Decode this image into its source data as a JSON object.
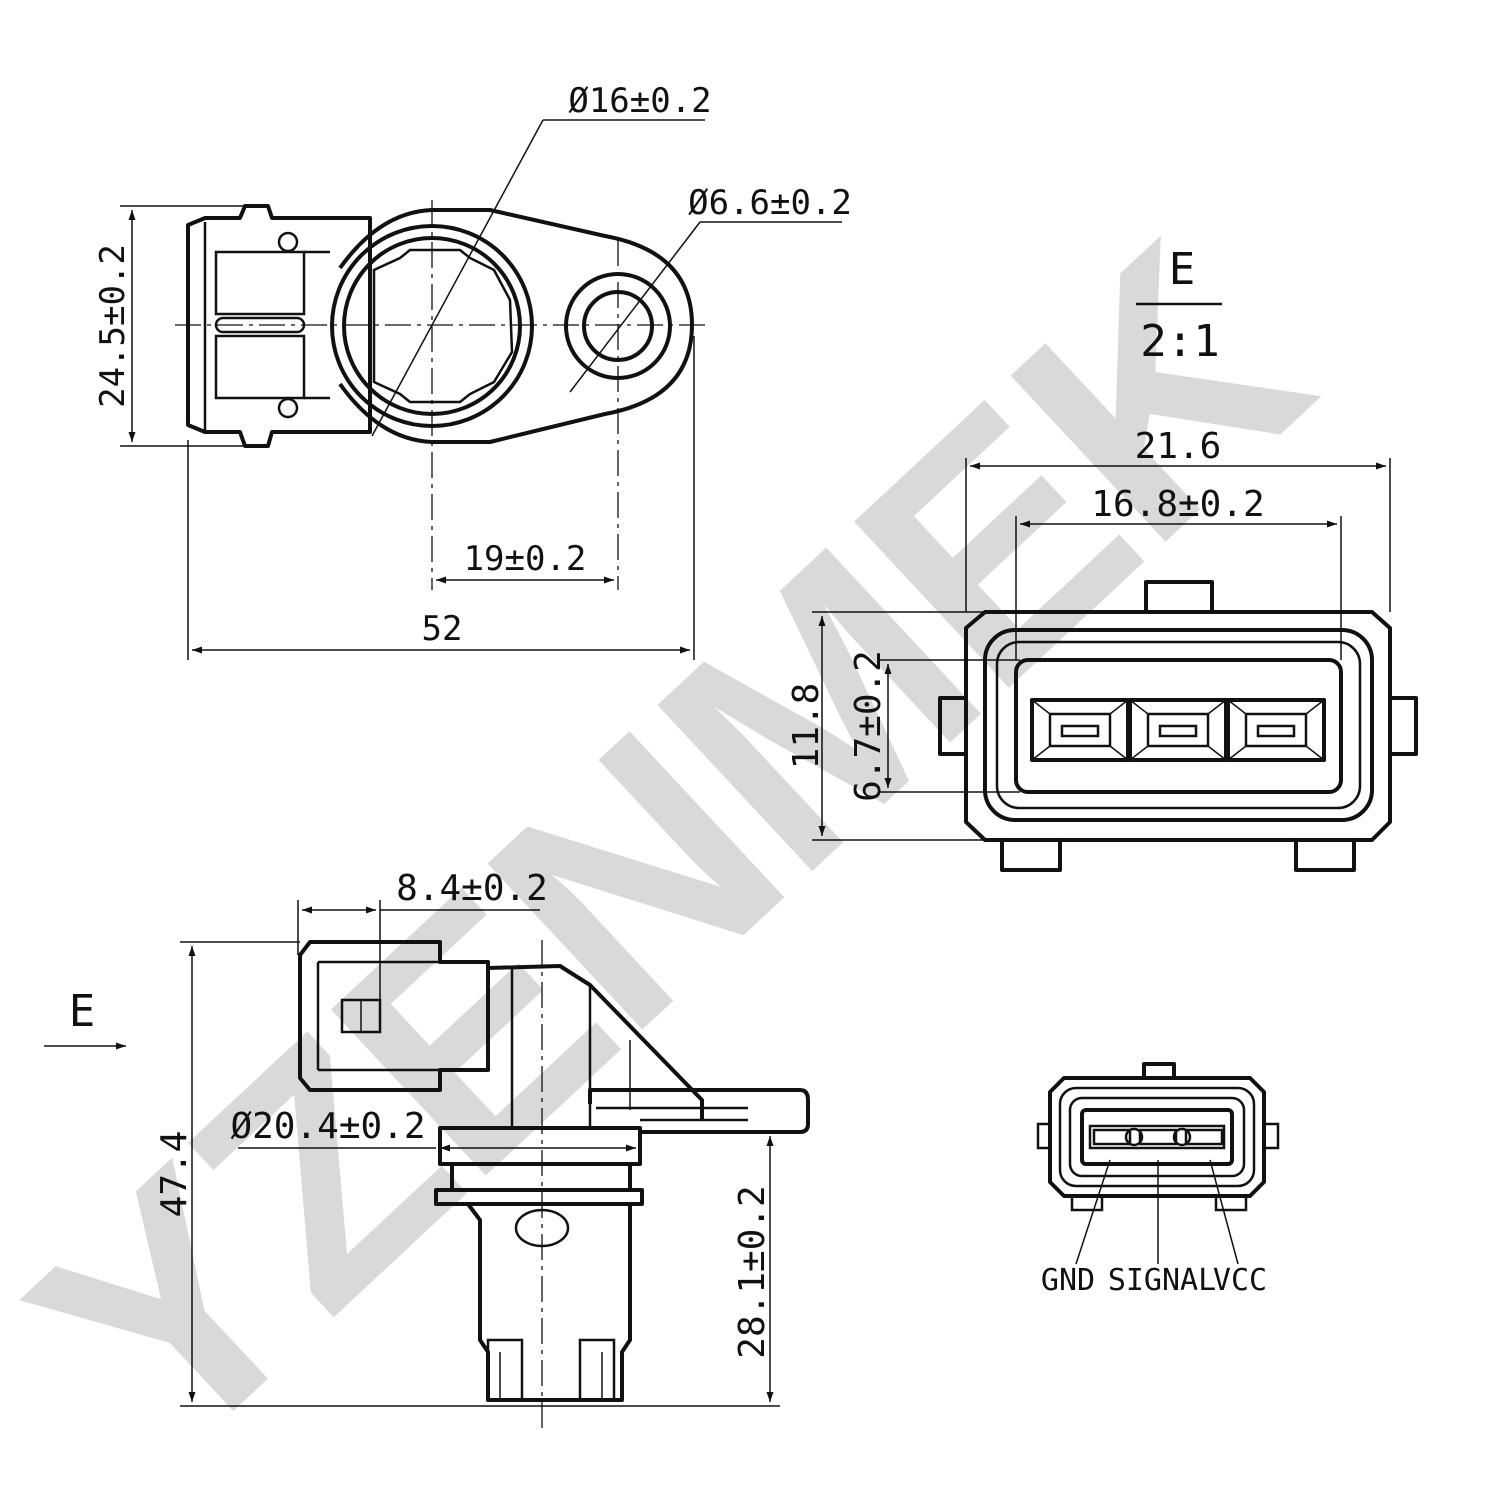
{
  "watermark": {
    "text": "YZENMEK",
    "color": "#d9d9d9"
  },
  "top_view": {
    "dim_hole_large": "Ø16±0.2",
    "dim_hole_small": "Ø6.6±0.2",
    "dim_height": "24.5±0.2",
    "dim_spacing": "19±0.2",
    "dim_length": "52"
  },
  "detail_e": {
    "label": "E",
    "scale": "2:1",
    "dim_outer_width": "21.6",
    "dim_inner_width": "16.8±0.2",
    "dim_height": "11.8",
    "dim_inner_height": "6.7±0.2"
  },
  "side_view": {
    "view_arrow_label": "E",
    "dim_connector": "8.4±0.2",
    "dim_diameter": "Ø20.4±0.2",
    "dim_total_height": "47.4",
    "dim_body_height": "28.1±0.2"
  },
  "pinout": {
    "pins": [
      "GND",
      "SIGNAL",
      "VCC"
    ]
  }
}
